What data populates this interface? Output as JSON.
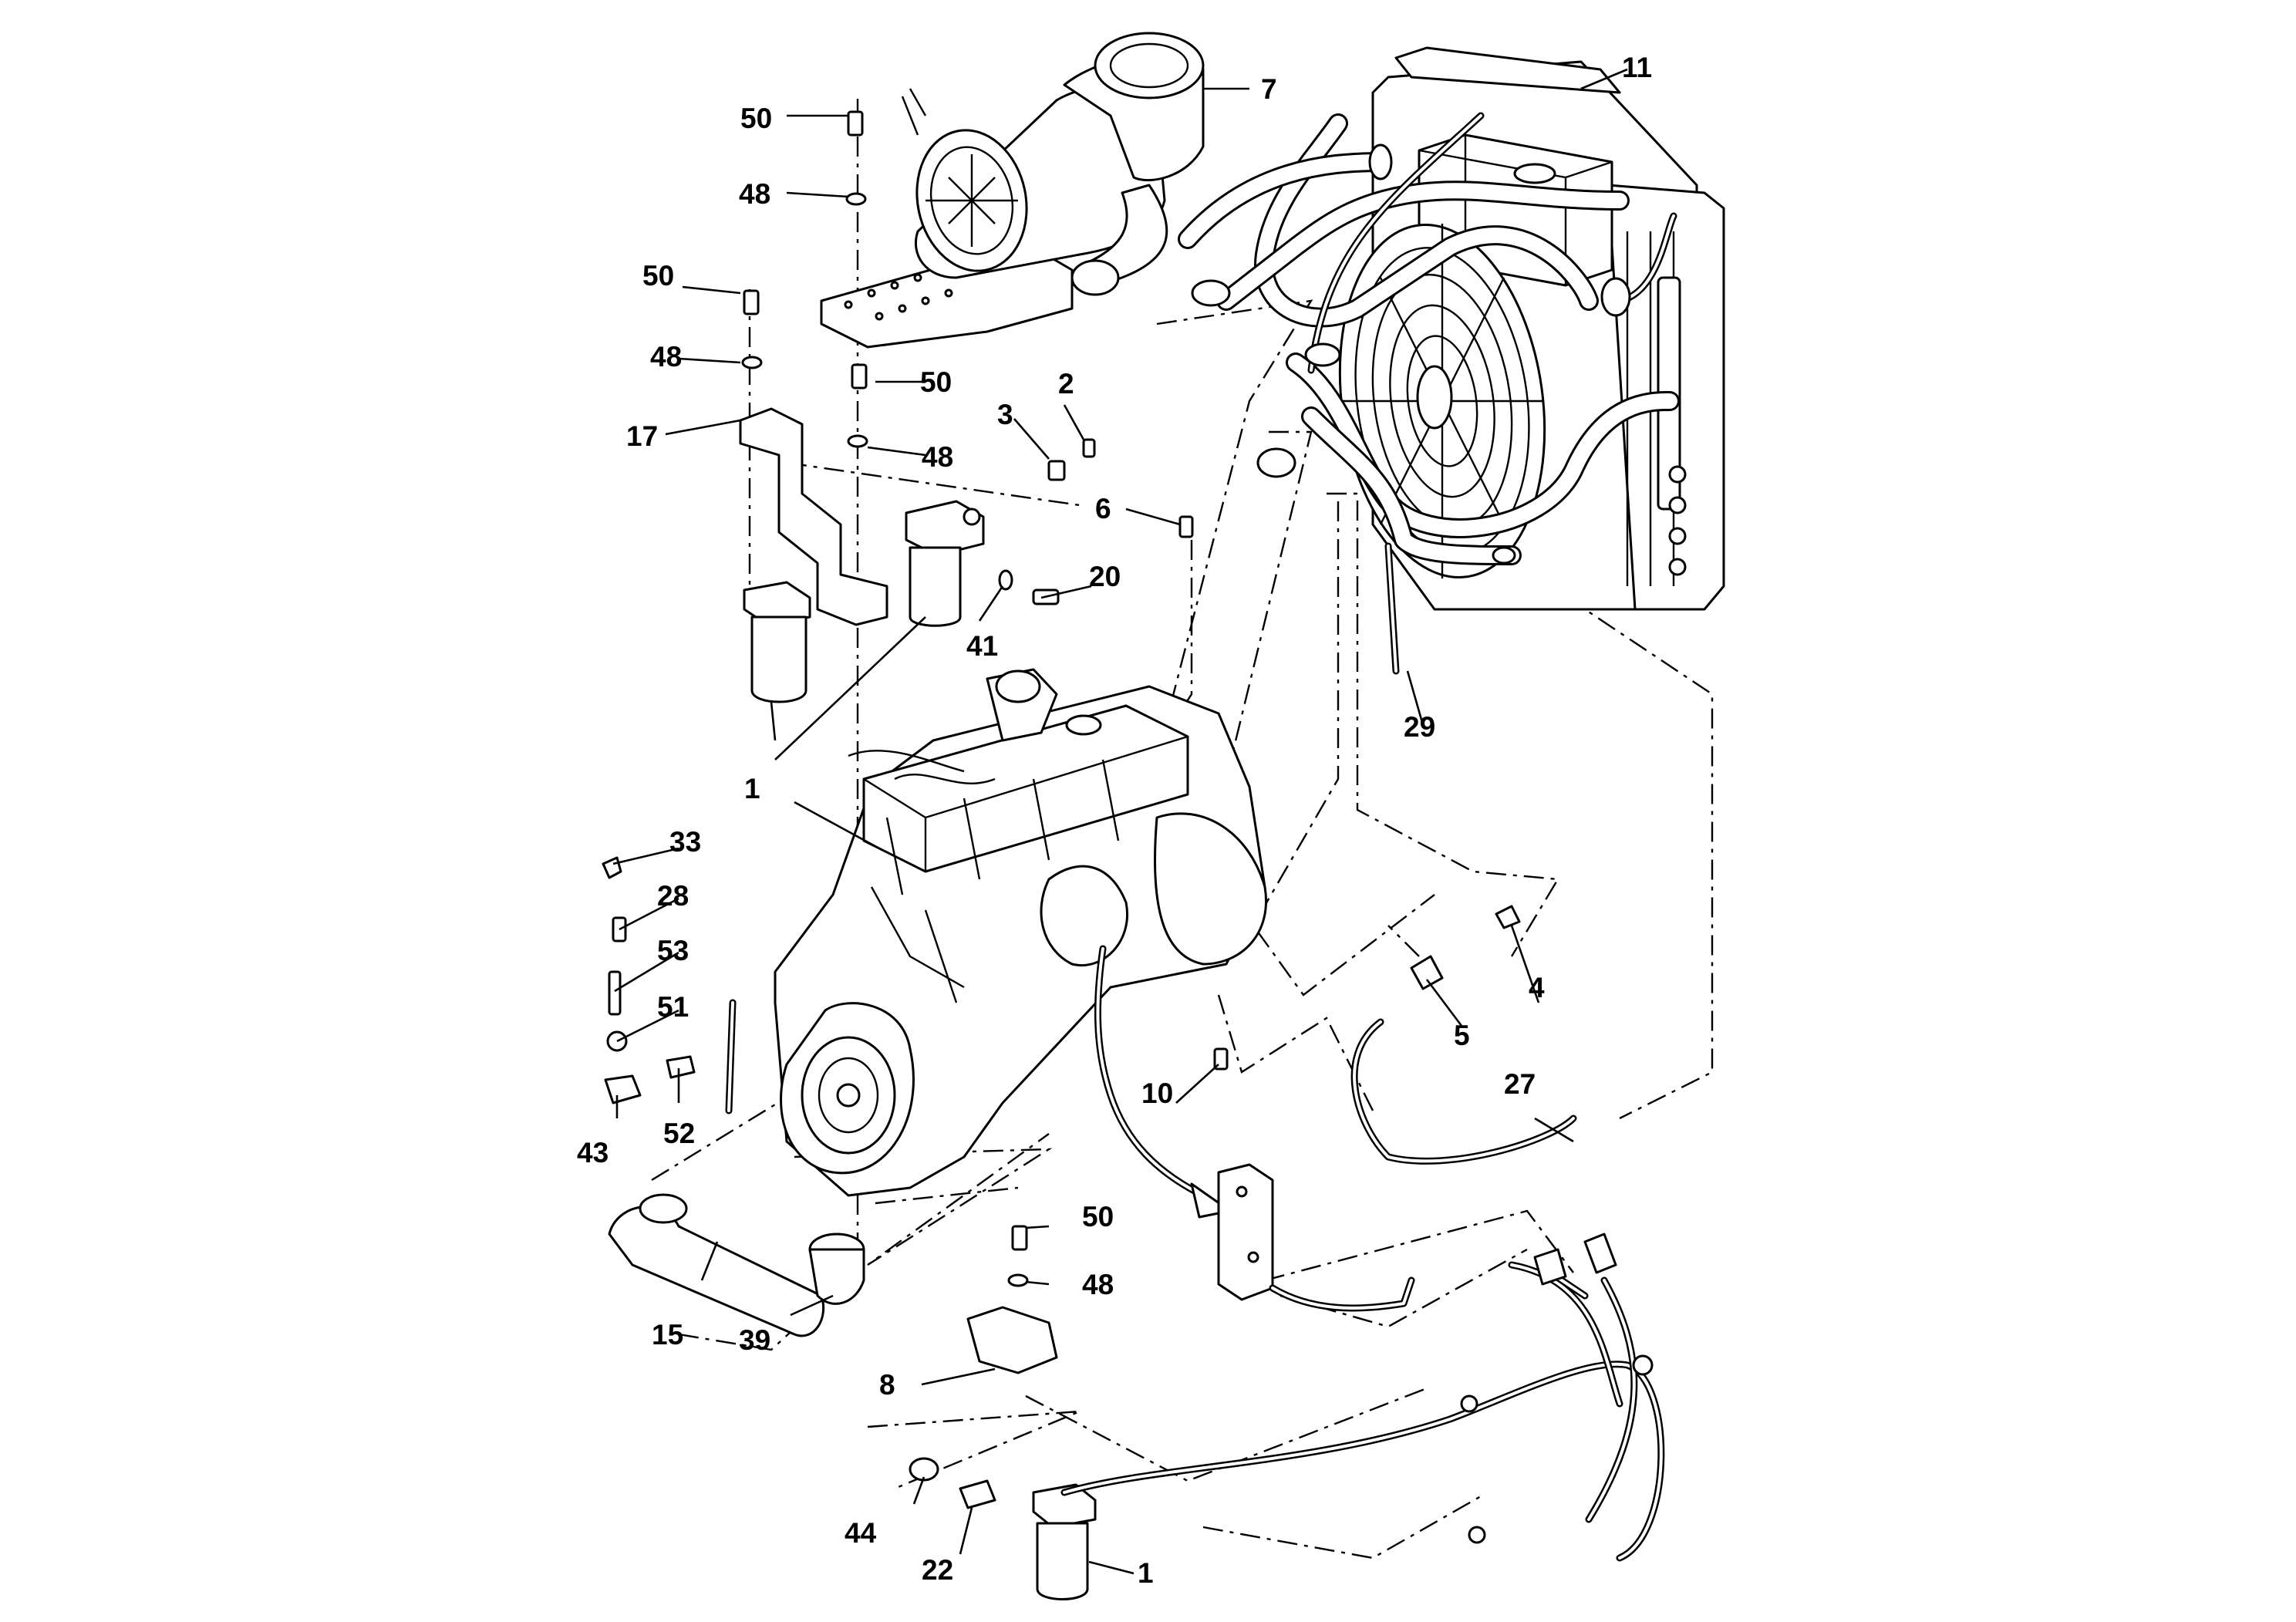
{
  "callouts": {
    "c50a": "50",
    "c48a": "48",
    "c7": "7",
    "c11": "11",
    "c50b": "50",
    "c48b": "48",
    "c50c": "50",
    "c48c": "48",
    "c17": "17",
    "c2": "2",
    "c3": "3",
    "c6": "6",
    "c20": "20",
    "c41": "41",
    "c1a": "1",
    "c29": "29",
    "c33": "33",
    "c28": "28",
    "c53": "53",
    "c51": "51",
    "c43": "43",
    "c52": "52",
    "c4": "4",
    "c5": "5",
    "c10": "10",
    "c27": "27",
    "c15": "15",
    "c39": "39",
    "c50d": "50",
    "c48d": "48",
    "c8": "8",
    "c44": "44",
    "c22": "22",
    "c1b": "1"
  }
}
